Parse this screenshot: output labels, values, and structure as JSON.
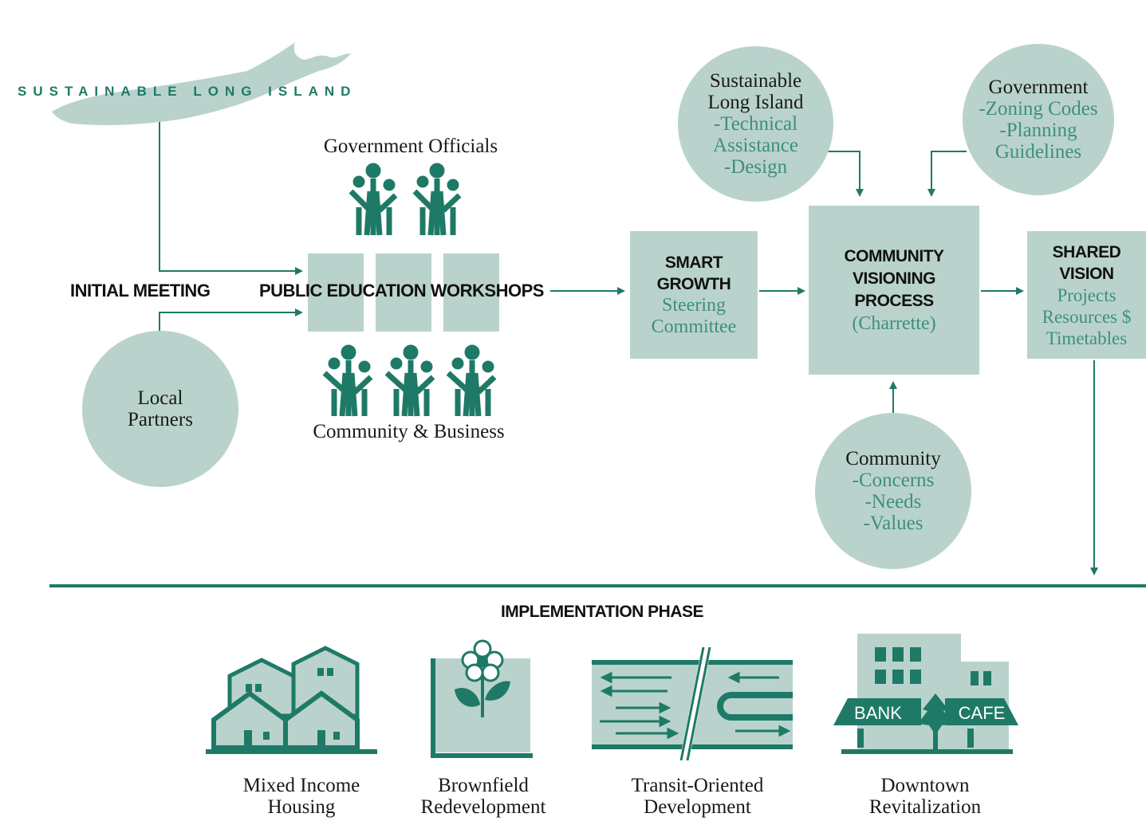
{
  "logo": {
    "text": "SUSTAINABLE LONG ISLAND",
    "color": "#1e7a66"
  },
  "colors": {
    "accent": "#1e7a66",
    "pale": "#b9d3cc",
    "sub_text": "#3e8f7d"
  },
  "labels": {
    "initial_meeting": "INITIAL MEETING",
    "public_workshops": "PUBLIC EDUCATION WORKSHOPS",
    "gov_officials": "Government Officials",
    "community_business": "Community & Business"
  },
  "local_partners": {
    "line1": "Local",
    "line2": "Partners"
  },
  "smart_growth": {
    "title1": "SMART",
    "title2": "GROWTH",
    "sub1": "Steering",
    "sub2": "Committee"
  },
  "visioning": {
    "title1": "COMMUNITY",
    "title2": "VISIONING",
    "title3": "PROCESS",
    "sub": "(Charrette)"
  },
  "shared_vision": {
    "title1": "SHARED",
    "title2": "VISION",
    "sub1": "Projects",
    "sub2": "Resources $",
    "sub3": "Timetables"
  },
  "sli_circle": {
    "line1": "Sustainable",
    "line2": "Long Island",
    "sub1": "-Technical",
    "sub2": "Assistance",
    "sub3": "-Design"
  },
  "gov_circle": {
    "line1": "Government",
    "sub1": "-Zoning Codes",
    "sub2": "-Planning",
    "sub3": "Guidelines"
  },
  "community_circle": {
    "line1": "Community",
    "sub1": "-Concerns",
    "sub2": "-Needs",
    "sub3": "-Values"
  },
  "implementation": {
    "title": "IMPLEMENTATION PHASE"
  },
  "impl_items": [
    {
      "line1": "Mixed Income",
      "line2": "Housing",
      "icon": "houses-icon"
    },
    {
      "line1": "Brownfield",
      "line2": "Redevelopment",
      "icon": "flower-icon"
    },
    {
      "line1": "Transit-Oriented",
      "line2": "Development",
      "icon": "transit-arrows-icon"
    },
    {
      "line1": "Downtown",
      "line2": "Revitalization",
      "icon": "storefront-icon"
    }
  ],
  "storefront": {
    "bank": "BANK",
    "cafe": "CAFE"
  }
}
